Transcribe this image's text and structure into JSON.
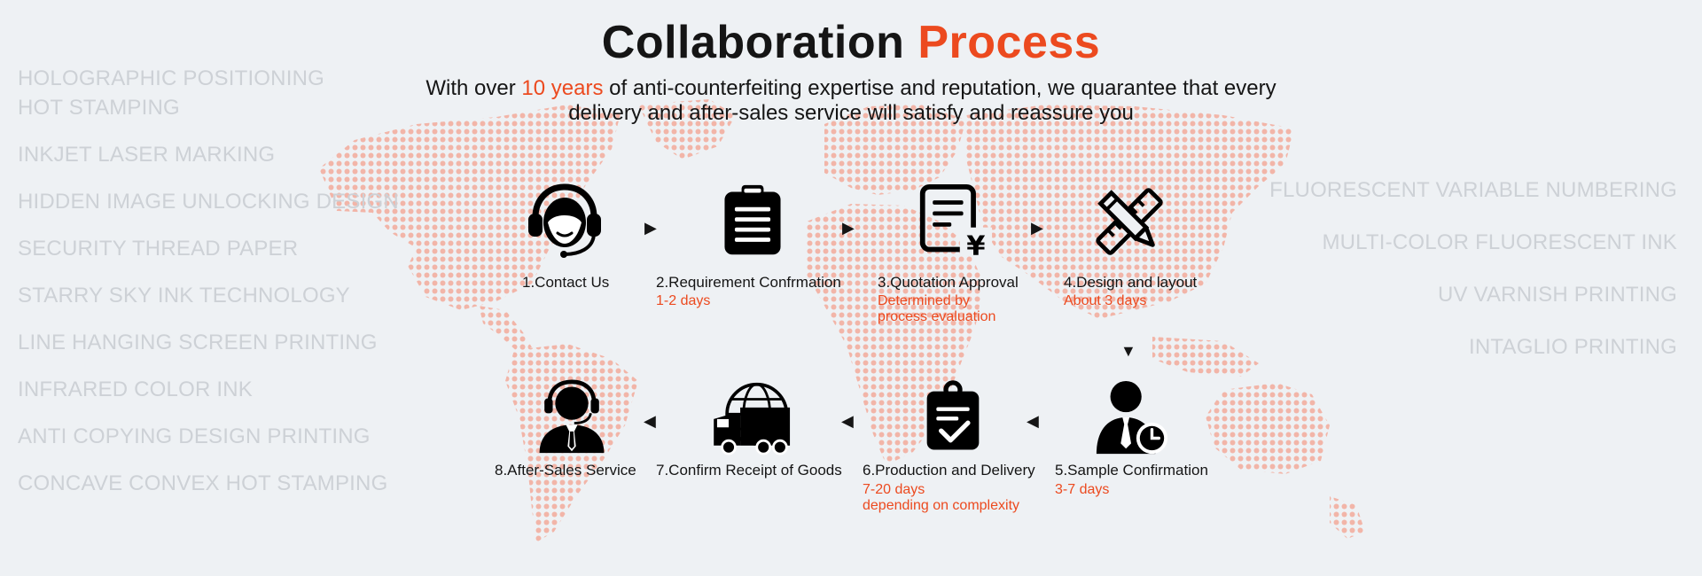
{
  "title": {
    "main": "Collaboration",
    "accent": "Process"
  },
  "subtitle": {
    "before": "With over ",
    "highlight": "10 years",
    "after": " of anti-counterfeiting expertise and reputation, we quarantee that every delivery and after-sales service will satisfy and reassure you"
  },
  "left_techniques": [
    "HOLOGRAPHIC POSITIONING HOT STAMPING",
    "INKJET LASER MARKING",
    "HIDDEN IMAGE UNLOCKING DESIGN",
    "SECURITY THREAD PAPER",
    "STARRY SKY INK TECHNOLOGY",
    "LINE HANGING SCREEN PRINTING",
    "INFRARED COLOR INK",
    "ANTI COPYING DESIGN PRINTING",
    "CONCAVE CONVEX HOT STAMPING"
  ],
  "right_techniques": [
    "FLUORESCENT VARIABLE NUMBERING",
    "MULTI-COLOR FLUORESCENT INK",
    "UV VARNISH PRINTING",
    "INTAGLIO PRINTING"
  ],
  "steps": [
    {
      "label": "1.Contact Us",
      "icon": "customer-service-headset-icon"
    },
    {
      "label": "2.Requirement Confrmation",
      "duration": "1-2 days",
      "icon": "clipboard-icon"
    },
    {
      "label": "3.Quotation Approval",
      "duration": "Determined by\nprocess evaluation",
      "icon": "quotation-yen-icon"
    },
    {
      "label": "4.Design and layout",
      "duration": "About 3 days",
      "icon": "pencil-ruler-icon"
    },
    {
      "label": "5.Sample Confirmation",
      "duration": "3-7 days",
      "icon": "person-clock-icon"
    },
    {
      "label": "6.Production and Delivery",
      "duration": "7-20 days\ndepending on complexity",
      "icon": "clipboard-check-icon"
    },
    {
      "label": "7.Confirm Receipt of Goods",
      "icon": "truck-globe-icon"
    },
    {
      "label": "8.After-Sales Service",
      "icon": "support-agent-icon"
    }
  ],
  "colors": {
    "accent": "#ec4a1f",
    "background": "#eef1f4",
    "technique_text": "#cdd1d6",
    "map_dots": "#f3a18e"
  }
}
